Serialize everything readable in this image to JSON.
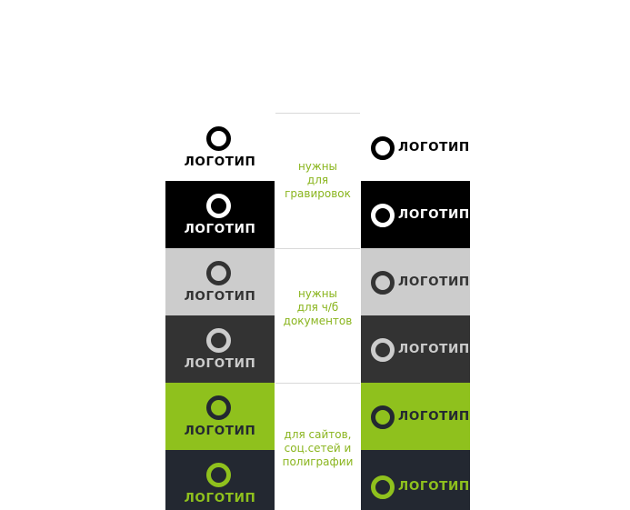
{
  "logo_text": "ЛОГОТИП",
  "colors": {
    "note_text": "#8ab51e",
    "divider": "#d9d9d9",
    "black": "#000000",
    "white": "#ffffff",
    "light_gray": "#cccccc",
    "dark_gray": "#333333",
    "green": "#8fc11d",
    "navy": "#232831"
  },
  "notes": [
    {
      "line1": "нужны",
      "line2": "для",
      "line3": "гравировок"
    },
    {
      "line1": "нужны",
      "line2": "для ч/б",
      "line3": "документов"
    },
    {
      "line1": "для сайтов,",
      "line2": "соц.сетей и",
      "line3": "полиграфии"
    }
  ],
  "variants": [
    {
      "name": "white-bg-black-logo",
      "background": "#ffffff",
      "ring": "#000000",
      "text": "#000000"
    },
    {
      "name": "black-bg-white-logo",
      "background": "#000000",
      "ring": "#ffffff",
      "text": "#ffffff"
    },
    {
      "name": "light-gray-bg-dark-logo",
      "background": "#cccccc",
      "ring": "#333333",
      "text": "#333333"
    },
    {
      "name": "dark-gray-bg-light-logo",
      "background": "#333333",
      "ring": "#cccccc",
      "text": "#cccccc"
    },
    {
      "name": "green-bg-navy-logo",
      "background": "#8fc11d",
      "ring": "#232831",
      "text": "#232831"
    },
    {
      "name": "navy-bg-green-logo",
      "background": "#232831",
      "ring": "#8fc11d",
      "text": "#8fc11d"
    }
  ]
}
